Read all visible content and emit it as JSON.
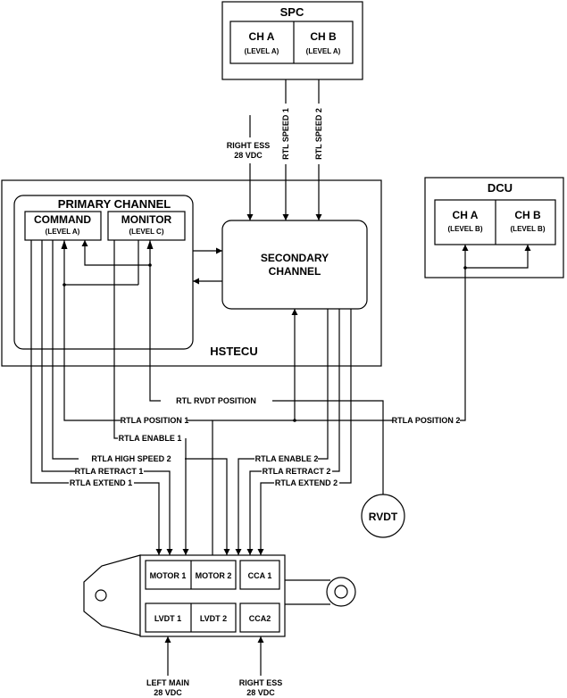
{
  "spc": {
    "title": "SPC",
    "ch_a": {
      "label": "CH A",
      "level": "(LEVEL A)"
    },
    "ch_b": {
      "label": "CH B",
      "level": "(LEVEL A)"
    }
  },
  "dcu": {
    "title": "DCU",
    "ch_a": {
      "label": "CH A",
      "level": "(LEVEL B)"
    },
    "ch_b": {
      "label": "CH B",
      "level": "(LEVEL B)"
    }
  },
  "hstecu": {
    "title": "HSTECU",
    "primary_title": "PRIMARY CHANNEL",
    "command": {
      "label": "COMMAND",
      "level": "(LEVEL A)"
    },
    "monitor": {
      "label": "MONITOR",
      "level": "(LEVEL C)"
    },
    "secondary_line1": "SECONDARY",
    "secondary_line2": "CHANNEL"
  },
  "rvdt": "RVDT",
  "signals": {
    "right_ess_top_1": "RIGHT ESS",
    "right_ess_top_2": "28 VDC",
    "rtl_speed_1": "RTL SPEED 1",
    "rtl_speed_2": "RTL SPEED 2",
    "rtl_rvdt_position": "RTL RVDT POSITION",
    "rtla_position_1": "RTLA POSITION 1",
    "rtla_position_2": "RTLA POSITION 2",
    "rtla_enable_1": "RTLA ENABLE 1",
    "rtla_high_speed_2": "RTLA HIGH SPEED 2",
    "rtla_retract_1": "RTLA RETRACT 1",
    "rtla_extend_1": "RTLA EXTEND 1",
    "rtla_enable_2": "RTLA ENABLE 2",
    "rtla_retract_2": "RTLA RETRACT 2",
    "rtla_extend_2": "RTLA EXTEND 2"
  },
  "actuator": {
    "motor_1": "MOTOR 1",
    "motor_2": "MOTOR 2",
    "cca_1": "CCA 1",
    "lvdt_1": "LVDT 1",
    "lvdt_2": "LVDT 2",
    "cca_2": "CCA2"
  },
  "power_bottom": {
    "left_main_1": "LEFT MAIN",
    "left_main_2": "28 VDC",
    "right_ess_1": "RIGHT ESS",
    "right_ess_2": "28 VDC"
  }
}
